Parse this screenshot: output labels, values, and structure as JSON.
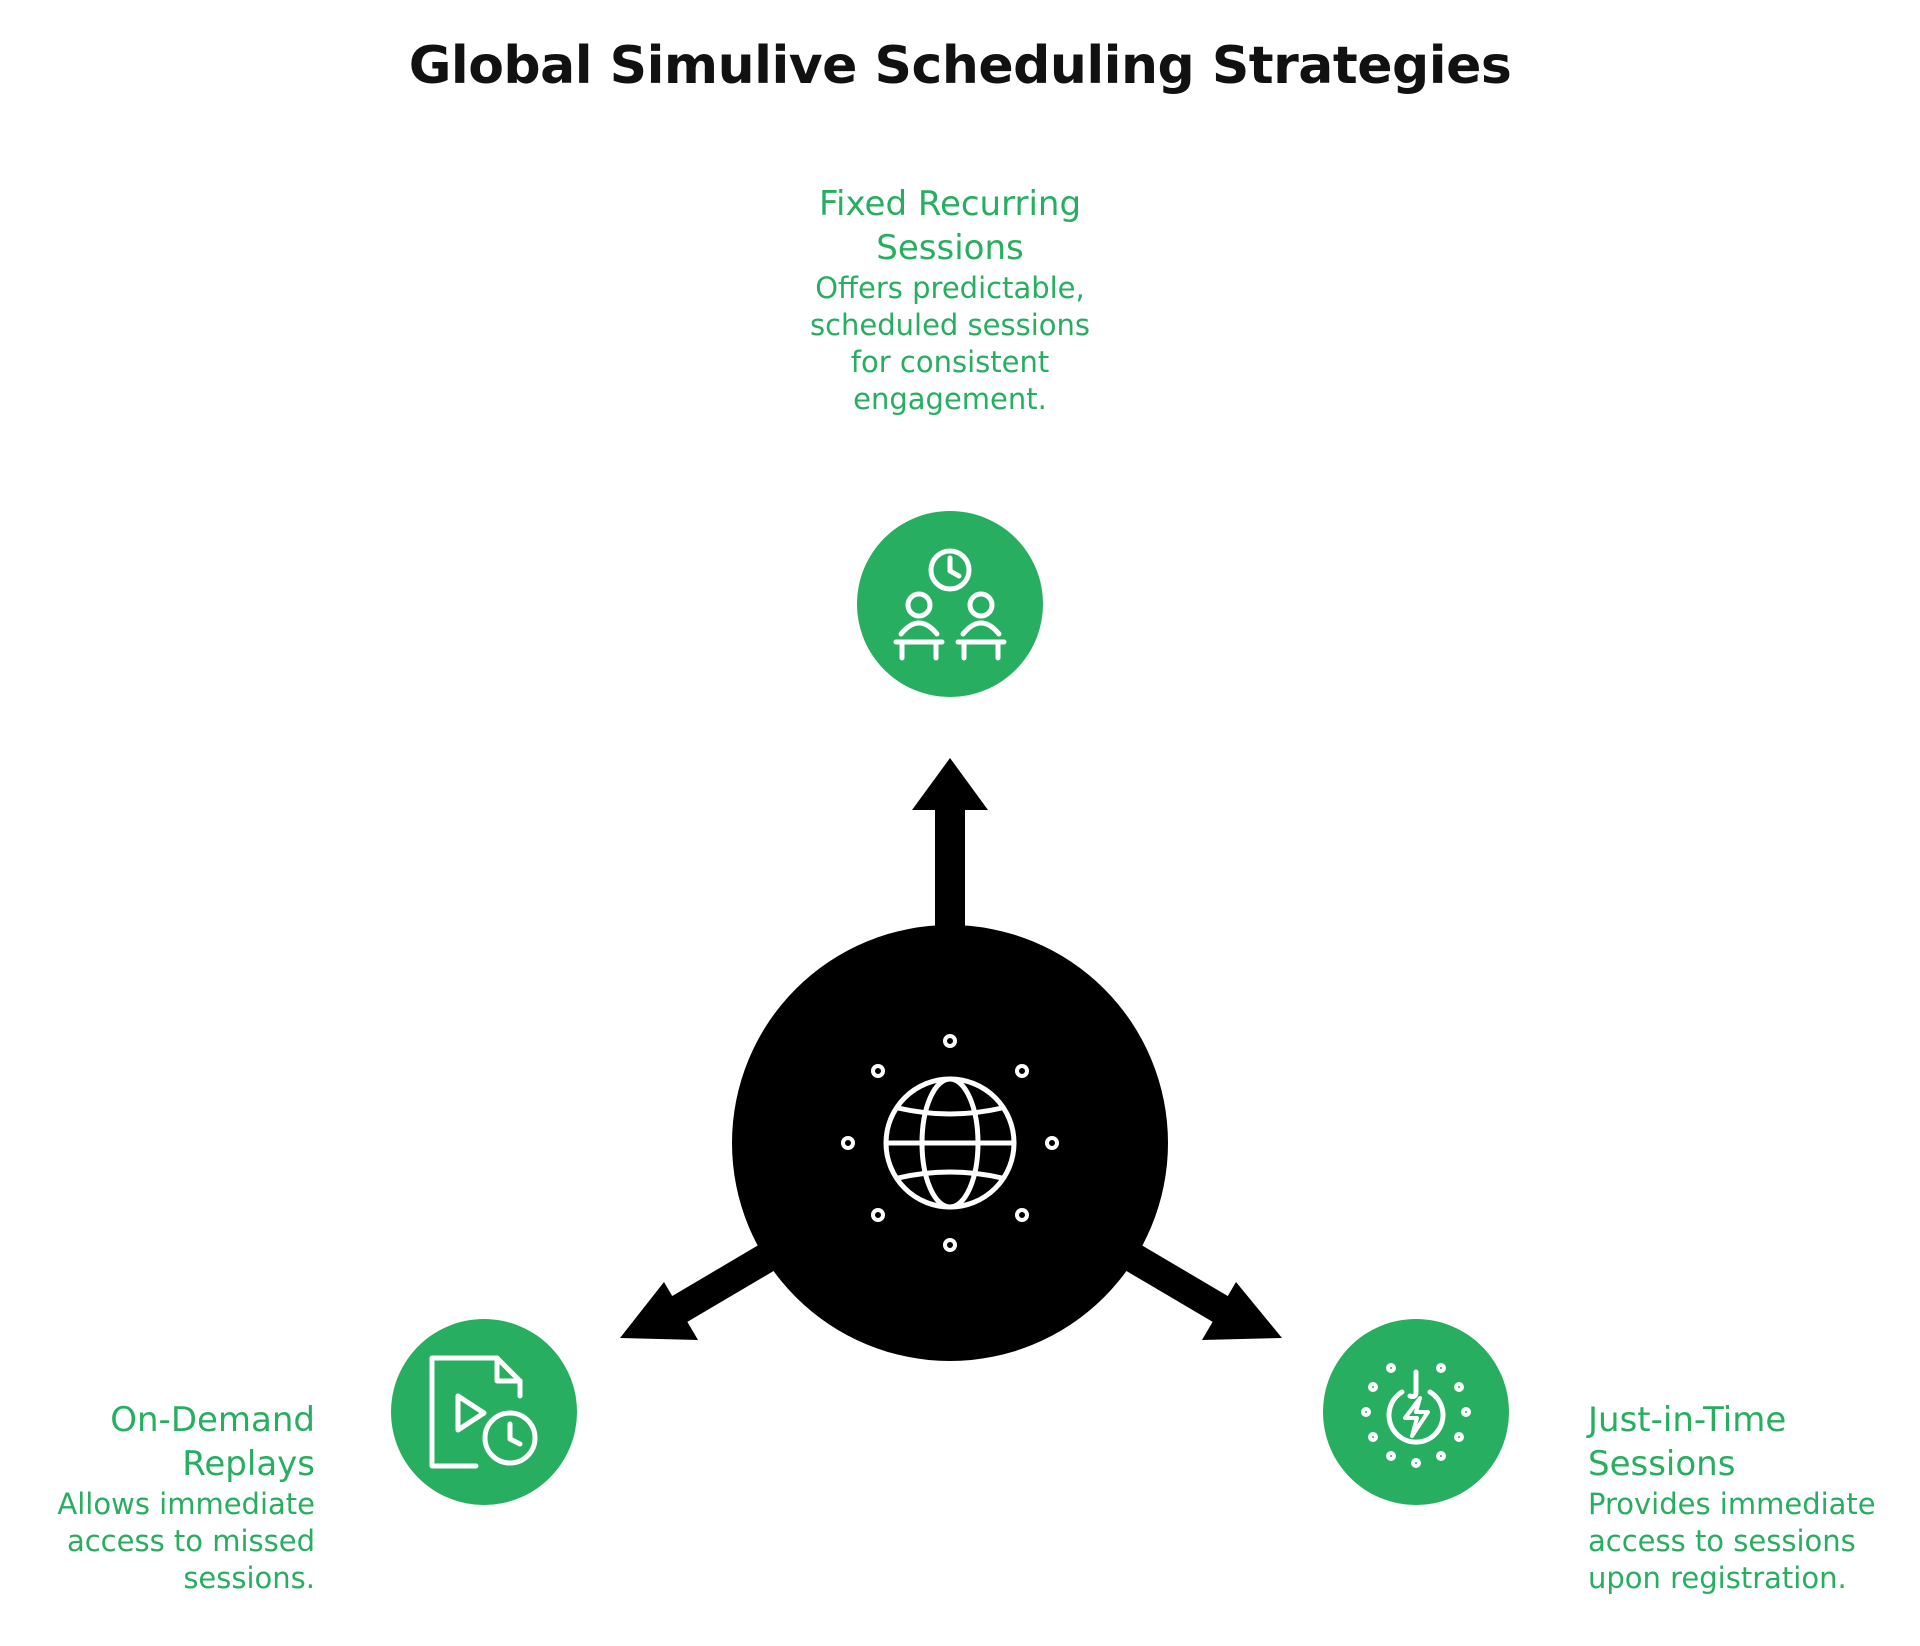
{
  "title": "Global Simulive Scheduling Strategies",
  "center": {
    "icon": "globe-icon"
  },
  "branches": {
    "top": {
      "heading": "Fixed Recurring Sessions",
      "description": "Offers predictable, scheduled sessions for consistent engagement.",
      "icon": "classroom-clock-icon"
    },
    "left": {
      "heading": "On-Demand Replays",
      "description": "Allows immediate access to missed sessions.",
      "icon": "video-file-clock-icon"
    },
    "right": {
      "heading": "Just-in-Time Sessions",
      "description": "Provides immediate access to sessions upon registration.",
      "icon": "lightning-power-icon"
    }
  },
  "colors": {
    "accent": "#27ae60",
    "hub": "#000000",
    "text": "#111111",
    "icon_stroke": "#ffffff"
  }
}
